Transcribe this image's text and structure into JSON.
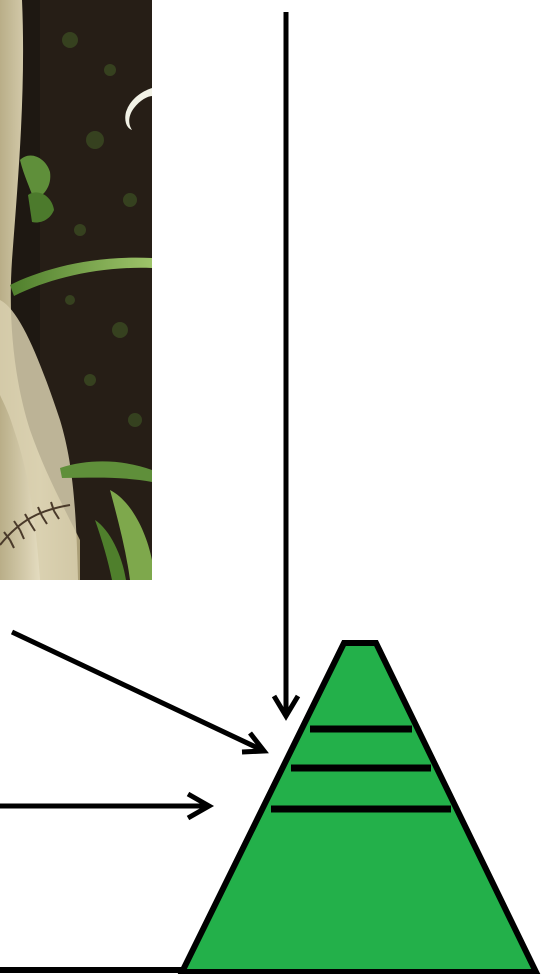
{
  "photo": {
    "subject": "forest-undergrowth-photo",
    "palette": {
      "dark": "#1a1410",
      "shadow": "#2a2118",
      "trunk": "#c9bf9a",
      "trunk_highlight": "#e4dcc0",
      "leaf": "#5f8f3a",
      "leaf_light": "#8db35a",
      "fern": "#6a7d3a"
    }
  },
  "diagram": {
    "shape": "pyramid",
    "fill": "#23b04a",
    "stroke": "#000000",
    "layers": 4,
    "arrows": [
      {
        "id": "arrow-from-top",
        "direction": "down"
      },
      {
        "id": "arrow-from-upper-left",
        "direction": "down-right"
      },
      {
        "id": "arrow-from-left",
        "direction": "right"
      }
    ]
  }
}
